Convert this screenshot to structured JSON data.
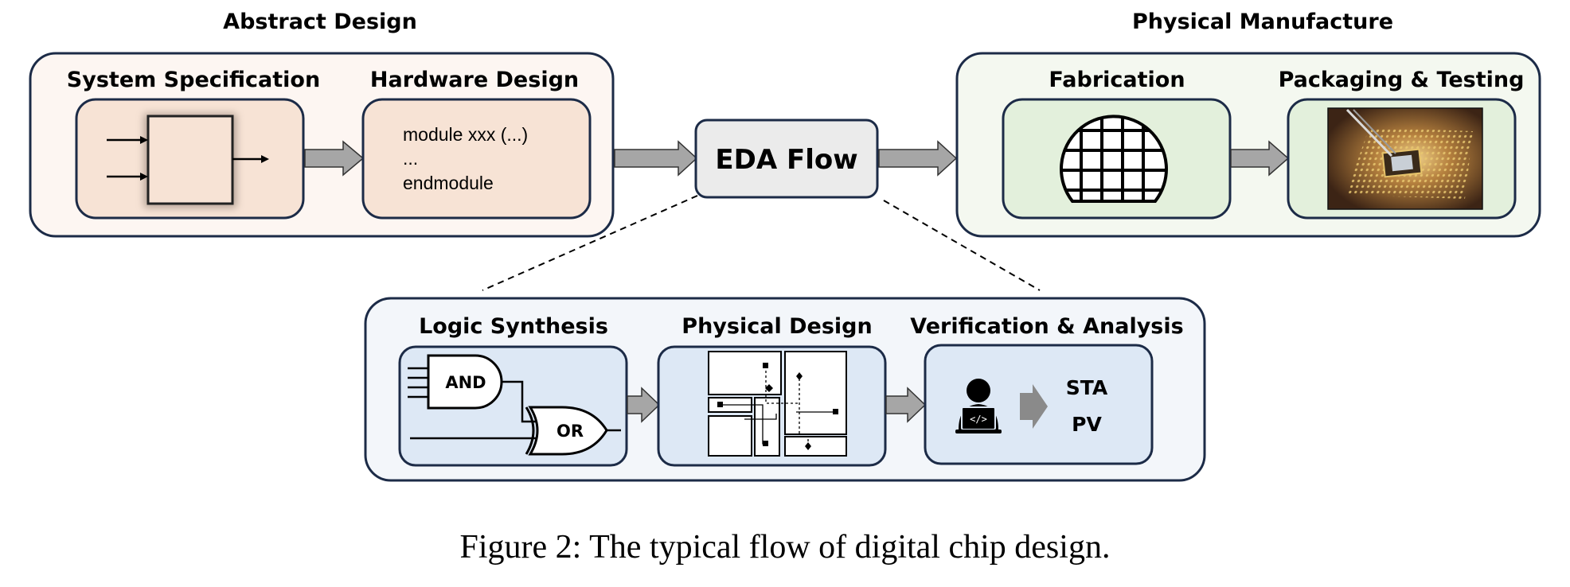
{
  "abstract_design": {
    "title": "Abstract Design",
    "system_specification": {
      "title": "System Specification"
    },
    "hardware_design": {
      "title": "Hardware Design",
      "code_lines": [
        "module xxx (...)",
        "...",
        "endmodule"
      ]
    }
  },
  "eda_flow": {
    "label": "EDA Flow"
  },
  "physical_manufacture": {
    "title": "Physical Manufacture",
    "fabrication": {
      "title": "Fabrication"
    },
    "packaging_testing": {
      "title": "Packaging & Testing"
    }
  },
  "eda_steps": {
    "logic_synthesis": {
      "title": "Logic Synthesis",
      "and_gate": "AND",
      "or_gate": "OR"
    },
    "physical_design": {
      "title": "Physical Design"
    },
    "verification_analysis": {
      "title": "Verification & Analysis",
      "items": [
        "STA",
        "PV"
      ]
    }
  },
  "caption": "Figure 2: The typical flow of digital chip design.",
  "colors": {
    "outline": "#1c2b47",
    "abstract_outer": "#fdf6f2",
    "abstract_inner": "#f7e3d5",
    "manufacture_outer": "#f4f8f0",
    "manufacture_inner": "#e3f0dc",
    "eda_outer": "#f3f6fa",
    "eda_inner": "#dde8f5",
    "eda_flow_box": "#ebebeb",
    "arrow": "#a6a6a6"
  }
}
